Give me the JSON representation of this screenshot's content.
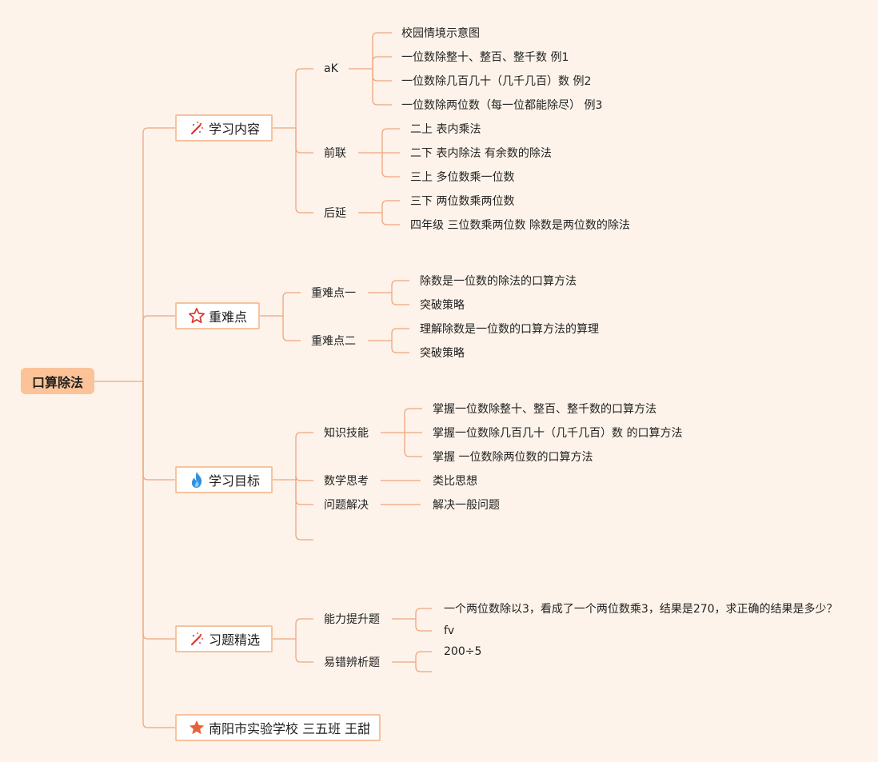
{
  "root": {
    "label": "口算除法"
  },
  "colors": {
    "line": "#f0a57f",
    "root_fill": "#fbc397",
    "box_border": "#f6c39f",
    "background": "#fdf3ea"
  },
  "branches": [
    {
      "label": "学习内容",
      "icon": "magic-wand-icon",
      "children": [
        {
          "label": "aK",
          "items": [
            "校园情境示意图",
            "一位数除整十、整百、整千数 例1",
            "一位数除几百几十（几千几百）数 例2",
            "一位数除两位数（每一位都能除尽） 例3"
          ]
        },
        {
          "label": "前联",
          "items": [
            "二上 表内乘法",
            "二下 表内除法 有余数的除法",
            "三上 多位数乘一位数"
          ]
        },
        {
          "label": "后延",
          "items": [
            "三下 两位数乘两位数",
            "四年级 三位数乘两位数 除数是两位数的除法"
          ]
        }
      ]
    },
    {
      "label": "重难点",
      "icon": "star-outline-icon",
      "children": [
        {
          "label": "重难点一",
          "items": [
            "除数是一位数的除法的口算方法",
            "突破策略"
          ]
        },
        {
          "label": "重难点二",
          "items": [
            "理解除数是一位数的口算方法的算理",
            "突破策略"
          ]
        }
      ]
    },
    {
      "label": "学习目标",
      "icon": "flame-icon",
      "children": [
        {
          "label": "知识技能",
          "items": [
            "掌握一位数除整十、整百、整千数的口算方法",
            "掌握一位数除几百几十（几千几百）数 的口算方法",
            "掌握 一位数除两位数的口算方法"
          ]
        },
        {
          "label": "数学思考",
          "items": [
            "类比思想"
          ]
        },
        {
          "label": "问题解决",
          "items": [
            "解决一般问题"
          ]
        },
        {
          "label": "",
          "items": []
        }
      ]
    },
    {
      "label": "习题精选",
      "icon": "magic-wand-icon",
      "children": [
        {
          "label": "能力提升题",
          "items": [
            "一个两位数除以3，看成了一个两位数乘3，结果是270，求正确的结果是多少？",
            "fv"
          ]
        },
        {
          "label": "易错辨析题",
          "items": [
            "200÷5",
            ""
          ]
        }
      ]
    },
    {
      "label": "南阳市实验学校 三五班 王甜",
      "icon": "star-filled-icon",
      "children": []
    }
  ]
}
